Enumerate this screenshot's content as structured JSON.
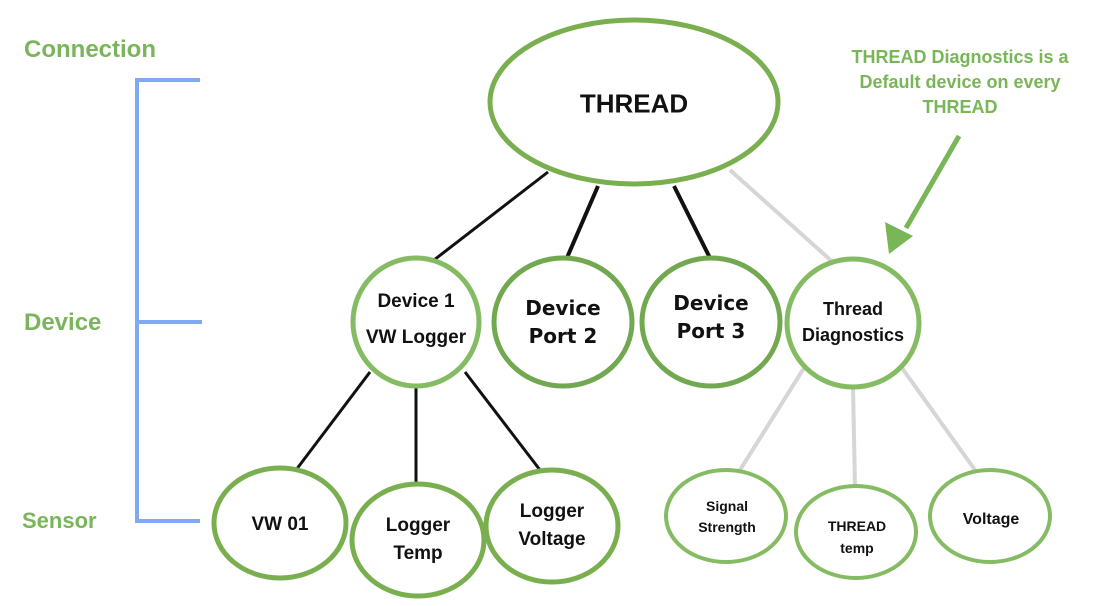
{
  "levels": {
    "connection": "Connection",
    "device": "Device",
    "sensor": "Sensor"
  },
  "note": {
    "lines": [
      "THREAD Diagnostics is a",
      "Default device on every",
      "THREAD"
    ]
  },
  "colors": {
    "node_border": "#7aaf4f",
    "label_green": "#7ab55c",
    "bracket_blue": "#7fa9f5",
    "edge_black": "#111111",
    "edge_gray": "#d6d6d6",
    "arrow_green": "#78b657"
  },
  "nodes": {
    "thread": {
      "lines": [
        "THREAD"
      ]
    },
    "device1": {
      "lines": [
        "Device 1",
        "VW Logger"
      ]
    },
    "port2": {
      "lines": [
        "Device",
        "Port 2"
      ]
    },
    "port3": {
      "lines": [
        "Device",
        "Port 3"
      ]
    },
    "diag": {
      "lines": [
        "Thread",
        "Diagnostics"
      ]
    },
    "vw01": {
      "lines": [
        "VW 01"
      ]
    },
    "loggertemp": {
      "lines": [
        "Logger",
        "Temp"
      ]
    },
    "loggervoltage": {
      "lines": [
        "Logger",
        "Voltage"
      ]
    },
    "signal": {
      "lines": [
        "Signal",
        "Strength"
      ]
    },
    "threadtemp": {
      "lines": [
        "THREAD",
        "temp"
      ]
    },
    "voltage": {
      "lines": [
        "Voltage"
      ]
    }
  }
}
